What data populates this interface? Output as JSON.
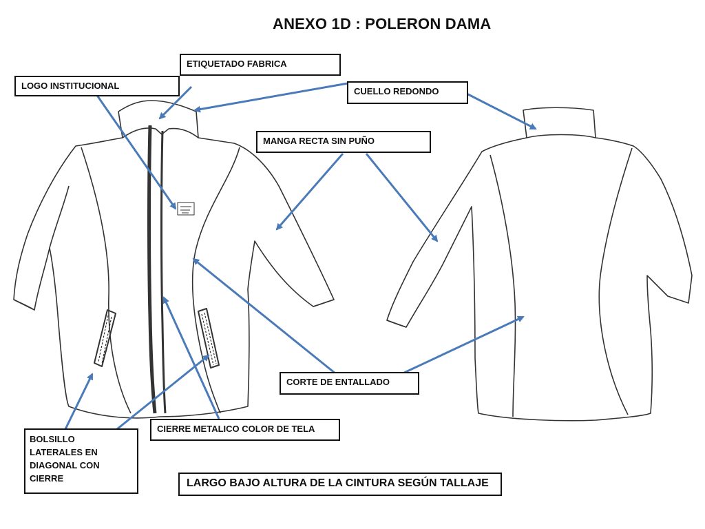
{
  "title": "ANEXO 1D  :  POLERON DAMA",
  "labels": {
    "etiquetado_fabrica": "ETIQUETADO FABRICA",
    "logo_institucional": "LOGO INSTITUCIONAL",
    "cuello_redondo": "CUELLO REDONDO",
    "manga_recta": "MANGA RECTA SIN PUÑO",
    "corte_entallado": "CORTE  DE ENTALLADO",
    "cierre_metalico": "CIERRE METALICO COLOR DE TELA",
    "bolsillo": [
      "BOLSILLO",
      "LATERALES  EN",
      "DIAGONAL CON",
      "CIERRE"
    ],
    "largo": "LARGO BAJO ALTURA DE LA CINTURA SEGÚN TALLAJE"
  },
  "colors": {
    "arrow": "#4a7ab8",
    "outline": "#333333",
    "border": "#111111"
  }
}
